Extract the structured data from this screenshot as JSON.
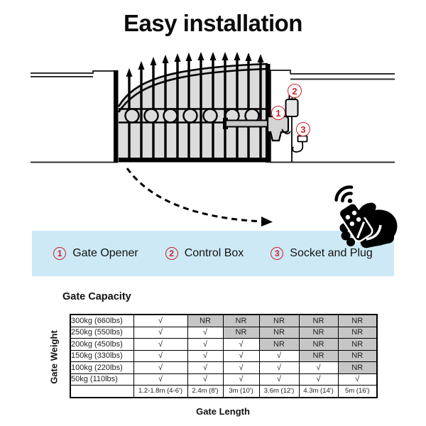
{
  "title": "Easy installation",
  "callouts": {
    "items": [
      "1",
      "2",
      "3"
    ]
  },
  "legend": {
    "items": [
      {
        "num": "1",
        "label": "Gate Opener"
      },
      {
        "num": "2",
        "label": "Control Box"
      },
      {
        "num": "3",
        "label": "Socket and Plug"
      }
    ]
  },
  "capacity": {
    "heading": "Gate Capacity",
    "row_axis_label": "Gate Weight",
    "col_axis_label": "Gate Length",
    "check_symbol": "√",
    "not_recommended": "NR",
    "columns": [
      "1.2-1.8m (4-6')",
      "2.4m (8')",
      "3m (10')",
      "3.6m (12')",
      "4.3m (14')",
      "5m (16')"
    ],
    "rows": [
      {
        "label": "300kg (660lbs)",
        "cells": [
          "√",
          "NR",
          "NR",
          "NR",
          "NR",
          "NR"
        ]
      },
      {
        "label": "250kg (550lbs)",
        "cells": [
          "√",
          "√",
          "NR",
          "NR",
          "NR",
          "NR"
        ]
      },
      {
        "label": "200kg (450lbs)",
        "cells": [
          "√",
          "√",
          "√",
          "NR",
          "NR",
          "NR"
        ]
      },
      {
        "label": "150kg (330lbs)",
        "cells": [
          "√",
          "√",
          "√",
          "√",
          "NR",
          "NR"
        ]
      },
      {
        "label": "100kg (220lbs)",
        "cells": [
          "√",
          "√",
          "√",
          "√",
          "√",
          "NR"
        ]
      },
      {
        "label": "50kg (110lbs)",
        "cells": [
          "√",
          "√",
          "√",
          "√",
          "√",
          "√"
        ]
      }
    ]
  },
  "colors": {
    "accent_red": "#c9232b",
    "banner_blue": "#cde9f6",
    "nr_grey": "#c6c6c6",
    "gate_grey": "#dcdcdc"
  }
}
